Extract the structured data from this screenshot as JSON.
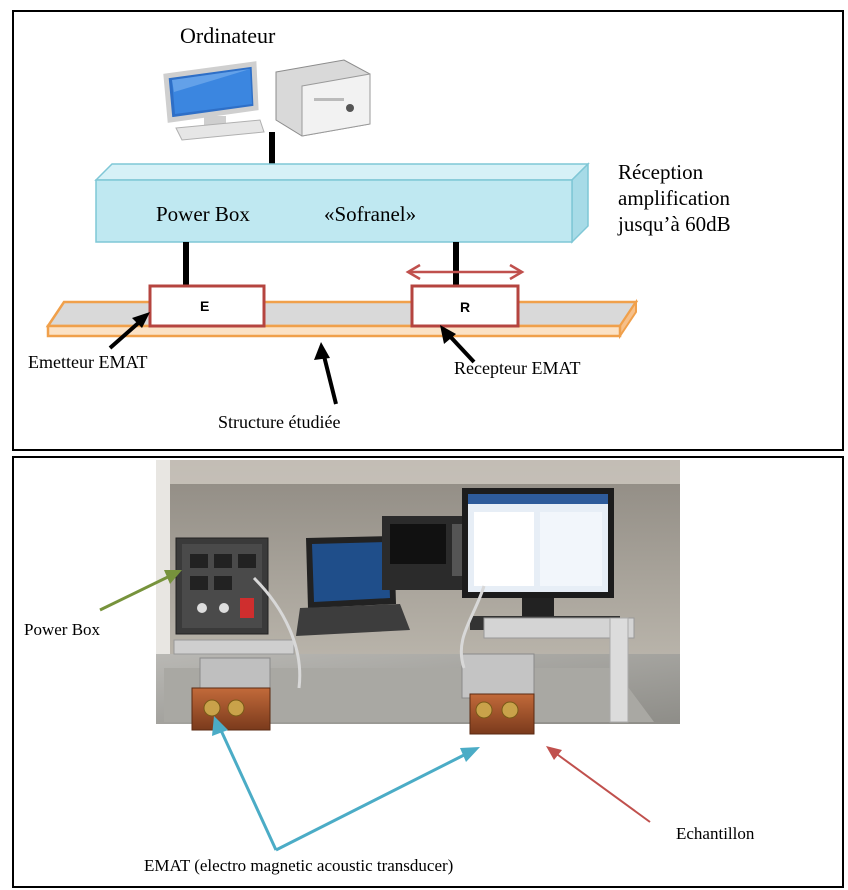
{
  "diagram": {
    "computer_label": "Ordinateur",
    "power_box_label": "Power Box",
    "sofranel_label": "«Sofranel»",
    "reception_lines": [
      "Réception",
      "amplification",
      "jusqu’à 60dB"
    ],
    "emitter_box_letter": "E",
    "receiver_box_letter": "R",
    "emitter_label": "Emetteur EMAT",
    "receiver_label": "Recepteur EMAT",
    "structure_label": "Structure étudiée"
  },
  "photo": {
    "power_box_label": "Power Box",
    "echantillon_label": "Echantillon",
    "emat_label": "EMAT (electro magnetic acoustic transducer)"
  },
  "colors": {
    "power_box_fill": "#bfe8f1",
    "power_box_stroke": "#7fc7d6",
    "plate_fill": "#cfcfcf",
    "plate_stroke": "#f0a04b",
    "sensor_stroke": "#b5443f",
    "arrow_double": "#c0504d",
    "arrow_green": "#77933c",
    "arrow_blue": "#4bacc6",
    "arrow_red": "#c0504d"
  }
}
